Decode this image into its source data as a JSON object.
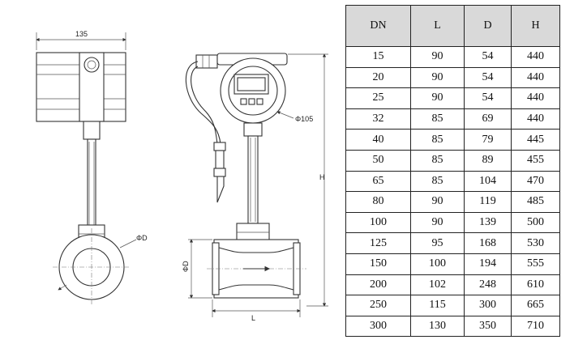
{
  "drawing": {
    "dim_width": "135",
    "dim_height": "H",
    "dim_length": "L",
    "dim_flange_d": "ΦD",
    "dim_flange_d_side": "ΦD",
    "dim_head": "Φ105"
  },
  "table": {
    "headers": [
      "DN",
      "L",
      "D",
      "H"
    ],
    "rows": [
      [
        "15",
        "90",
        "54",
        "440"
      ],
      [
        "20",
        "90",
        "54",
        "440"
      ],
      [
        "25",
        "90",
        "54",
        "440"
      ],
      [
        "32",
        "85",
        "69",
        "440"
      ],
      [
        "40",
        "85",
        "79",
        "445"
      ],
      [
        "50",
        "85",
        "89",
        "455"
      ],
      [
        "65",
        "85",
        "104",
        "470"
      ],
      [
        "80",
        "90",
        "119",
        "485"
      ],
      [
        "100",
        "90",
        "139",
        "500"
      ],
      [
        "125",
        "95",
        "168",
        "530"
      ],
      [
        "150",
        "100",
        "194",
        "555"
      ],
      [
        "200",
        "102",
        "248",
        "610"
      ],
      [
        "250",
        "115",
        "300",
        "665"
      ],
      [
        "300",
        "130",
        "350",
        "710"
      ]
    ]
  }
}
